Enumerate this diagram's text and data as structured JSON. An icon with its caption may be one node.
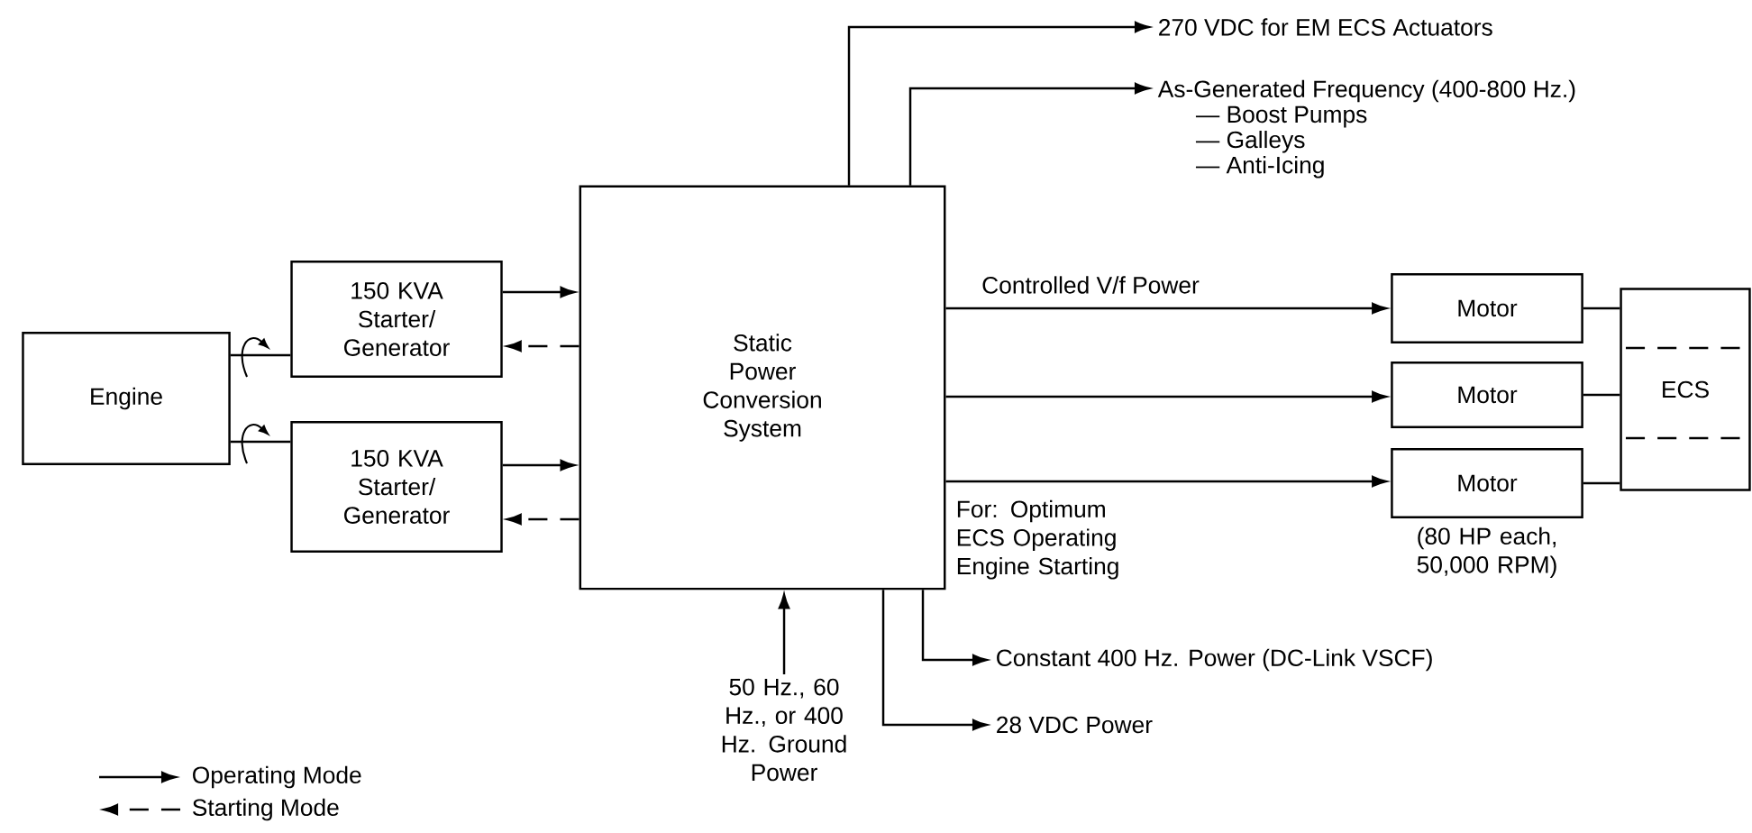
{
  "diagram": {
    "nodes": [
      {
        "text": [
          "Engine"
        ]
      },
      {
        "text": [
          "150 KVA Starter/ Generator"
        ]
      },
      {
        "text": [
          "150 KVA Starter/ Generator"
        ]
      },
      {
        "text": [
          "Static Power Conversion System"
        ]
      },
      {
        "text": [
          "Motor"
        ]
      },
      {
        "text": [
          "Motor"
        ]
      },
      {
        "text": [
          "Motor"
        ],
        "beside": [
          "(80 HP each, 50,000 RPM)"
        ]
      },
      {
        "text": [
          "ECS"
        ]
      },
      {
        "text": [
          "270 VDC for EM ECS Actuators"
        ]
      },
      {
        "text": [
          "As-Generated Frequency (400-800 Hz.)",
          "— Boost Pumps",
          "— Galleys",
          "— Anti-Icing"
        ]
      },
      {
        "text": [
          "Constant 400 Hz. Power (DC-Link VSCF)"
        ]
      },
      {
        "text": [
          "28 VDC Power"
        ]
      },
      {
        "text": [
          "50 Hz., 60 Hz., or 400 Hz. Ground Power"
        ]
      }
    ],
    "edges": [
      {
        "from": 0,
        "to": 1,
        "arrow": "none"
      },
      {
        "from": 0,
        "to": 2,
        "arrow": "none"
      },
      {
        "from": 1,
        "to": 3,
        "arrow": "to"
      },
      {
        "from": 3,
        "to": 1,
        "arrow": "to",
        "style": "dashed"
      },
      {
        "from": 2,
        "to": 3,
        "arrow": "to"
      },
      {
        "from": 3,
        "to": 2,
        "arrow": "to",
        "style": "dashed"
      },
      {
        "from": 3,
        "to": 4,
        "arrow": "to",
        "label": "Controlled V/f Power"
      },
      {
        "from": 3,
        "to": 5,
        "arrow": "to"
      },
      {
        "from": 3,
        "to": 6,
        "arrow": "to",
        "label": "For:  Optimum ECS Operating Engine Starting"
      },
      {
        "from": 4,
        "to": 7,
        "arrow": "none"
      },
      {
        "from": 5,
        "to": 7,
        "arrow": "none"
      },
      {
        "from": 6,
        "to": 7,
        "arrow": "none"
      },
      {
        "from": 3,
        "to": 8,
        "arrow": "to"
      },
      {
        "from": 3,
        "to": 9,
        "arrow": "to"
      },
      {
        "from": 3,
        "to": 10,
        "arrow": "to"
      },
      {
        "from": 3,
        "to": 11,
        "arrow": "to"
      },
      {
        "from": 12,
        "to": 3,
        "arrow": "to"
      }
    ],
    "legend": [
      {
        "text": "Operating Mode"
      },
      {
        "text": "Starting Mode"
      }
    ]
  }
}
